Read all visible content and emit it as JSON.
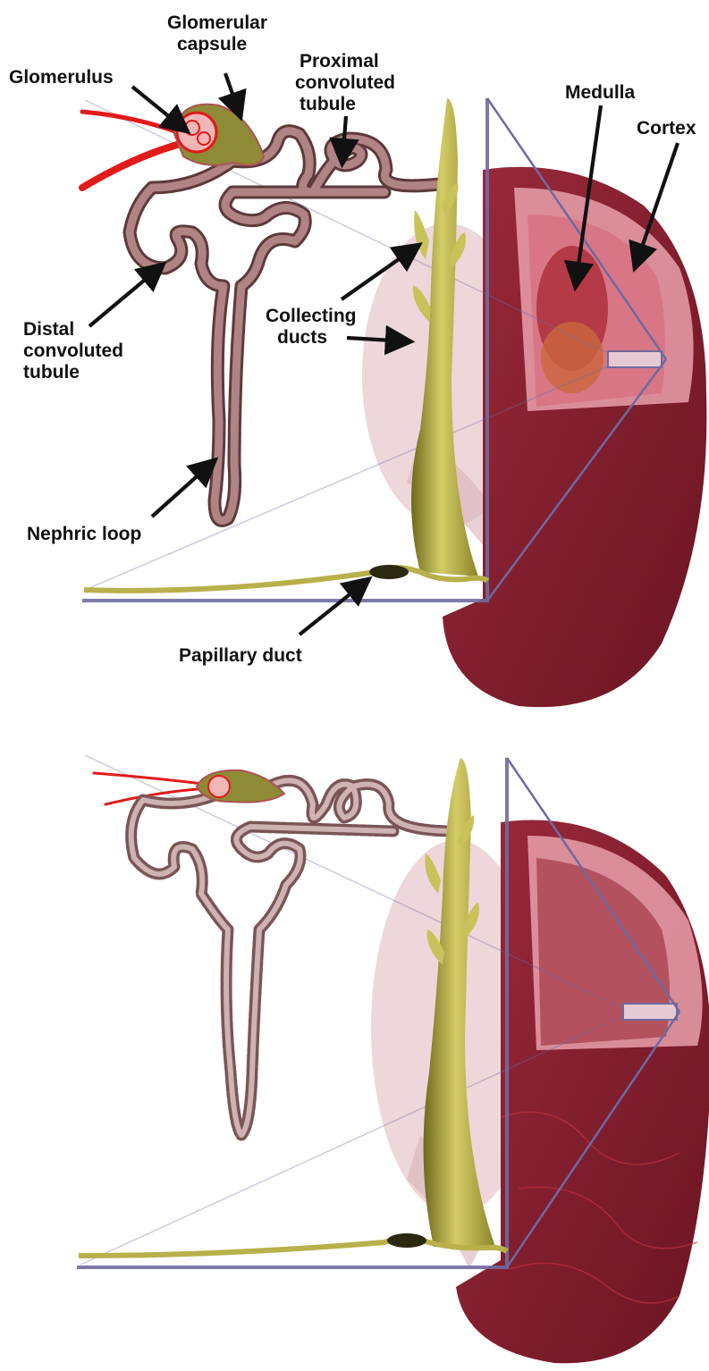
{
  "labels": {
    "glomerulus": "Glomerulus",
    "glomerular_capsule": [
      "Glomerular",
      "capsule"
    ],
    "proximal_tubule": [
      "Proximal",
      "convoluted",
      "tubule"
    ],
    "medulla": "Medulla",
    "cortex": "Cortex",
    "distal_tubule": [
      "Distal",
      "convoluted",
      "tubule"
    ],
    "collecting_ducts": [
      "Collecting",
      "ducts"
    ],
    "nephric_loop": "Nephric loop",
    "papillary_duct": "Papillary duct"
  },
  "colors": {
    "kidney_dark": "#7a1828",
    "kidney_mid": "#9b2a3b",
    "cortex_pink": "#e9a0ab",
    "tubule": "#8a5b5c",
    "tubule_light": "#c7a3a4",
    "duct": "#b8b04a",
    "duct_dark": "#6f6a1d",
    "artery": "#e21a1a",
    "frame": "#6f6aa0",
    "ghost": "#e7c9cd",
    "label": "#111111"
  }
}
